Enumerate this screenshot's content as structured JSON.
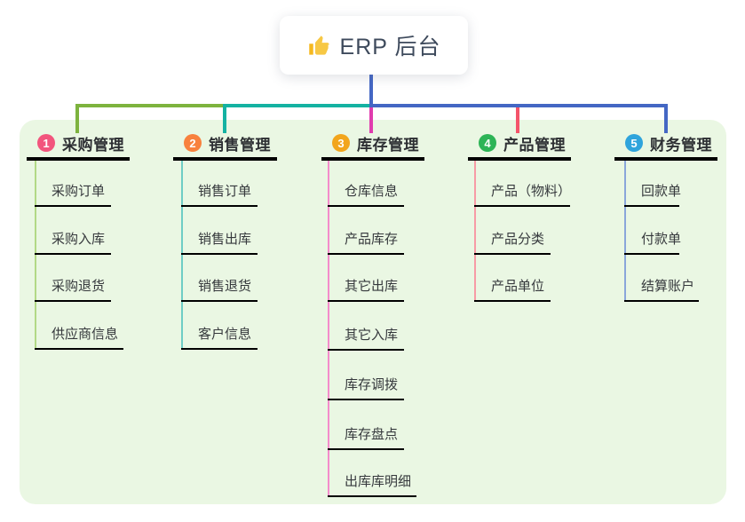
{
  "root": {
    "label": "ERP 后台",
    "icon": "thumbs-up-icon"
  },
  "panel_color": "#eaf7e3",
  "connector_colors": {
    "root_line": "#4467c4",
    "branch1": "#7db33e",
    "branch2": "#14b2a2",
    "branch3": "#e03cae",
    "branch4": "#f4546a",
    "branch5": "#4467c4"
  },
  "branches": [
    {
      "badge": "1",
      "label": "采购管理",
      "color": "#7db33e",
      "light_color": "#b2d986",
      "badge_color": "#f2557d",
      "children": [
        "采购订单",
        "采购入库",
        "采购退货",
        "供应商信息"
      ]
    },
    {
      "badge": "2",
      "label": "销售管理",
      "color": "#14b2a2",
      "light_color": "#6fcdc5",
      "badge_color": "#f8813d",
      "children": [
        "销售订单",
        "销售出库",
        "销售退货",
        "客户信息"
      ]
    },
    {
      "badge": "3",
      "label": "库存管理",
      "color": "#e03cae",
      "light_color": "#f48ccb",
      "badge_color": "#f2a51c",
      "children": [
        "仓库信息",
        "产品库存",
        "其它出库",
        "其它入库",
        "库存调拨",
        "库存盘点",
        "出库库明细"
      ]
    },
    {
      "badge": "4",
      "label": "产品管理",
      "color": "#f4546a",
      "light_color": "#f79ba6",
      "badge_color": "#2db456",
      "children": [
        "产品（物料）",
        "产品分类",
        "产品单位"
      ]
    },
    {
      "badge": "5",
      "label": "财务管理",
      "color": "#4467c4",
      "light_color": "#8aa6da",
      "badge_color": "#2fa4dc",
      "children": [
        "回款单",
        "付款单",
        "结算账户"
      ]
    }
  ]
}
